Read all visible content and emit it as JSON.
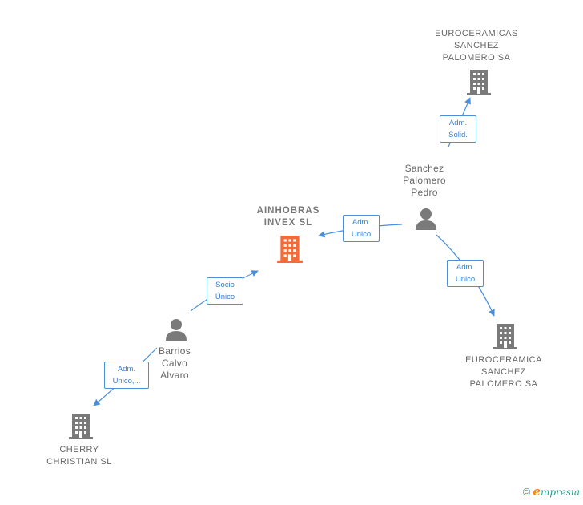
{
  "colors": {
    "edge": "#4a8fd8",
    "company_icon": "#7a7a7a",
    "focus_icon": "#f26b38",
    "person_icon": "#7a7a7a"
  },
  "nodes": {
    "euroceramicas": {
      "label": "EUROCERAMICAS\nSANCHEZ\nPALOMERO SA",
      "icon": "building-icon"
    },
    "sanchez": {
      "label": "Sanchez\nPalomero\nPedro",
      "icon": "person-icon"
    },
    "ainhobras": {
      "label": "AINHOBRAS\nINVEX  SL",
      "icon": "building-icon"
    },
    "euroceramica": {
      "label": "EUROCERAMICA\nSANCHEZ\nPALOMERO SA",
      "icon": "building-icon"
    },
    "barrios": {
      "label": "Barrios\nCalvo\nAlvaro",
      "icon": "person-icon"
    },
    "cherry": {
      "label": "CHERRY\nCHRISTIAN  SL",
      "icon": "building-icon"
    }
  },
  "edges": {
    "sanchez_euroceramicas": "Adm.\nSolid.",
    "sanchez_ainhobras": "Adm.\nUnico",
    "sanchez_euroceramica": "Adm.\nUnico",
    "barrios_ainhobras": "Socio\nÚnico",
    "barrios_cherry": "Adm.\nUnico,..."
  },
  "footer": {
    "copyright": "©",
    "brand_initial": "e",
    "brand_rest": "mpresia"
  }
}
